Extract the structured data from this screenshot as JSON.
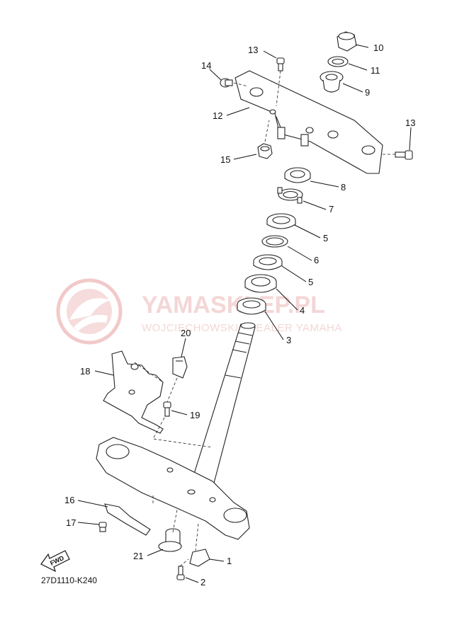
{
  "watermark": {
    "brand": "YAMASKLEP.PL",
    "subtitle": "WOJCIECHOWSKI | DEALER YAMAHA",
    "logo_color": "#f2c9c9"
  },
  "diagram_code": "27D1110-K240",
  "fwd_label": "FWD",
  "callouts": {
    "c1": "1",
    "c2": "2",
    "c3": "3",
    "c4": "4",
    "c5a": "5",
    "c5b": "5",
    "c6": "6",
    "c7": "7",
    "c8": "8",
    "c9": "9",
    "c10": "10",
    "c11": "11",
    "c12": "12",
    "c13a": "13",
    "c13b": "13",
    "c14": "14",
    "c15": "15",
    "c16": "16",
    "c17": "17",
    "c18": "18",
    "c19": "19",
    "c20": "20",
    "c21": "21"
  }
}
